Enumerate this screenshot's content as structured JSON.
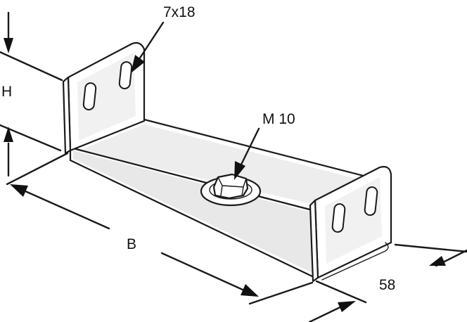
{
  "labels": {
    "slot": "7x18",
    "bolt": "M 10",
    "height": "H",
    "length": "B",
    "width": "58"
  }
}
